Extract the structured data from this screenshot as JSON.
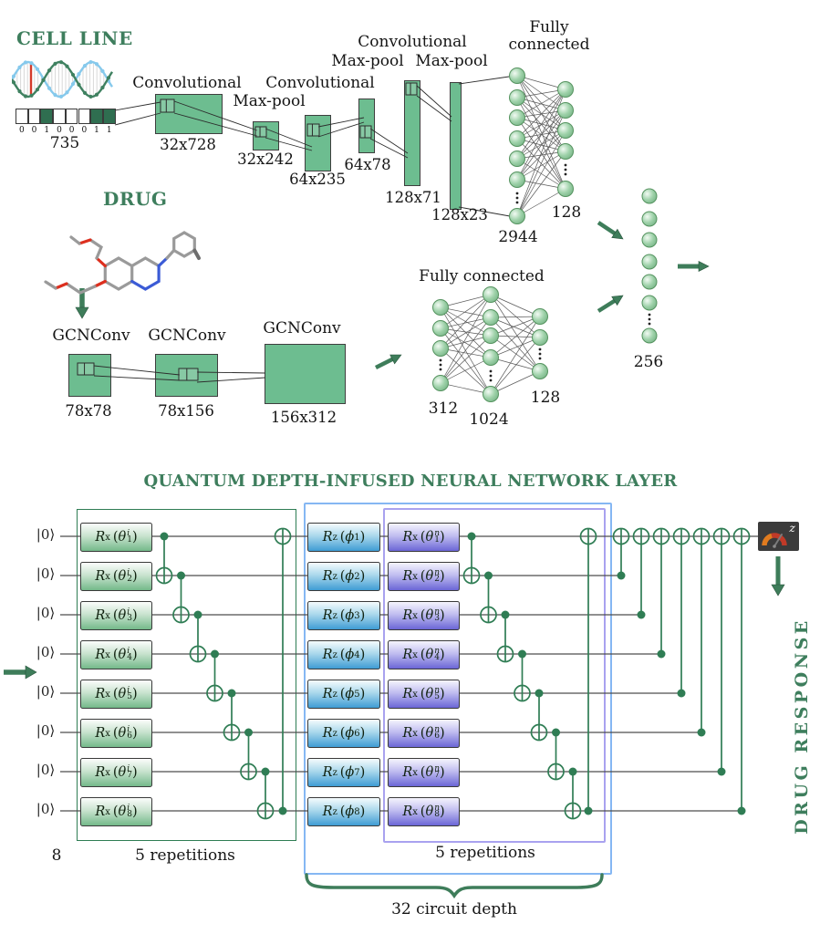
{
  "cell_line": {
    "title": "CELL LINE",
    "encoding_bits": [
      "0",
      "0",
      "1",
      "0",
      "0",
      "0",
      "1",
      "1"
    ],
    "input_size": "735",
    "layers": [
      {
        "name": "Convolutional",
        "size": "32x728"
      },
      {
        "name": "Max-pool",
        "size": "32x242"
      },
      {
        "name": "Convolutional",
        "size": "64x235"
      },
      {
        "name": "Max-pool",
        "size": "64x78"
      },
      {
        "name": "Convolutional",
        "size": "128x71"
      },
      {
        "name": "Max-pool",
        "size": "128x23"
      }
    ],
    "fully_connected": {
      "label": "Fully connected",
      "input": "2944",
      "output": "128"
    }
  },
  "drug": {
    "title": "DRUG",
    "layers": [
      {
        "name": "GCNConv",
        "size": "78x78"
      },
      {
        "name": "GCNConv",
        "size": "78x156"
      },
      {
        "name": "GCNConv",
        "size": "156x312"
      }
    ],
    "fully_connected": {
      "label": "Fully connected",
      "input": "312",
      "hidden": "1024",
      "output": "128"
    }
  },
  "fusion": {
    "concat_size": "256"
  },
  "quantum": {
    "title": "QUANTUM DEPTH-INFUSED NEURAL NETWORK LAYER",
    "qubit_ket": "|0⟩",
    "n_qubits": "8",
    "encoding_repetitions": "5 repetitions",
    "variational_repetitions": "5 repetitions",
    "circuit_depth": "32 circuit depth",
    "measure_label": "z",
    "output_label": "DRUG RESPONSE",
    "gates": {
      "encode": {
        "rot": "R",
        "rot_sub": "x",
        "arg": "θ",
        "arg_sup": "i"
      },
      "phase": {
        "rot": "R",
        "rot_sub": "z",
        "arg": "ϕ",
        "arg_sup": ""
      },
      "variational": {
        "rot": "R",
        "rot_sub": "x",
        "arg": "θ",
        "arg_sup": "n"
      }
    },
    "qubit_indices": [
      "1",
      "2",
      "3",
      "4",
      "5",
      "6",
      "7",
      "8"
    ]
  }
}
